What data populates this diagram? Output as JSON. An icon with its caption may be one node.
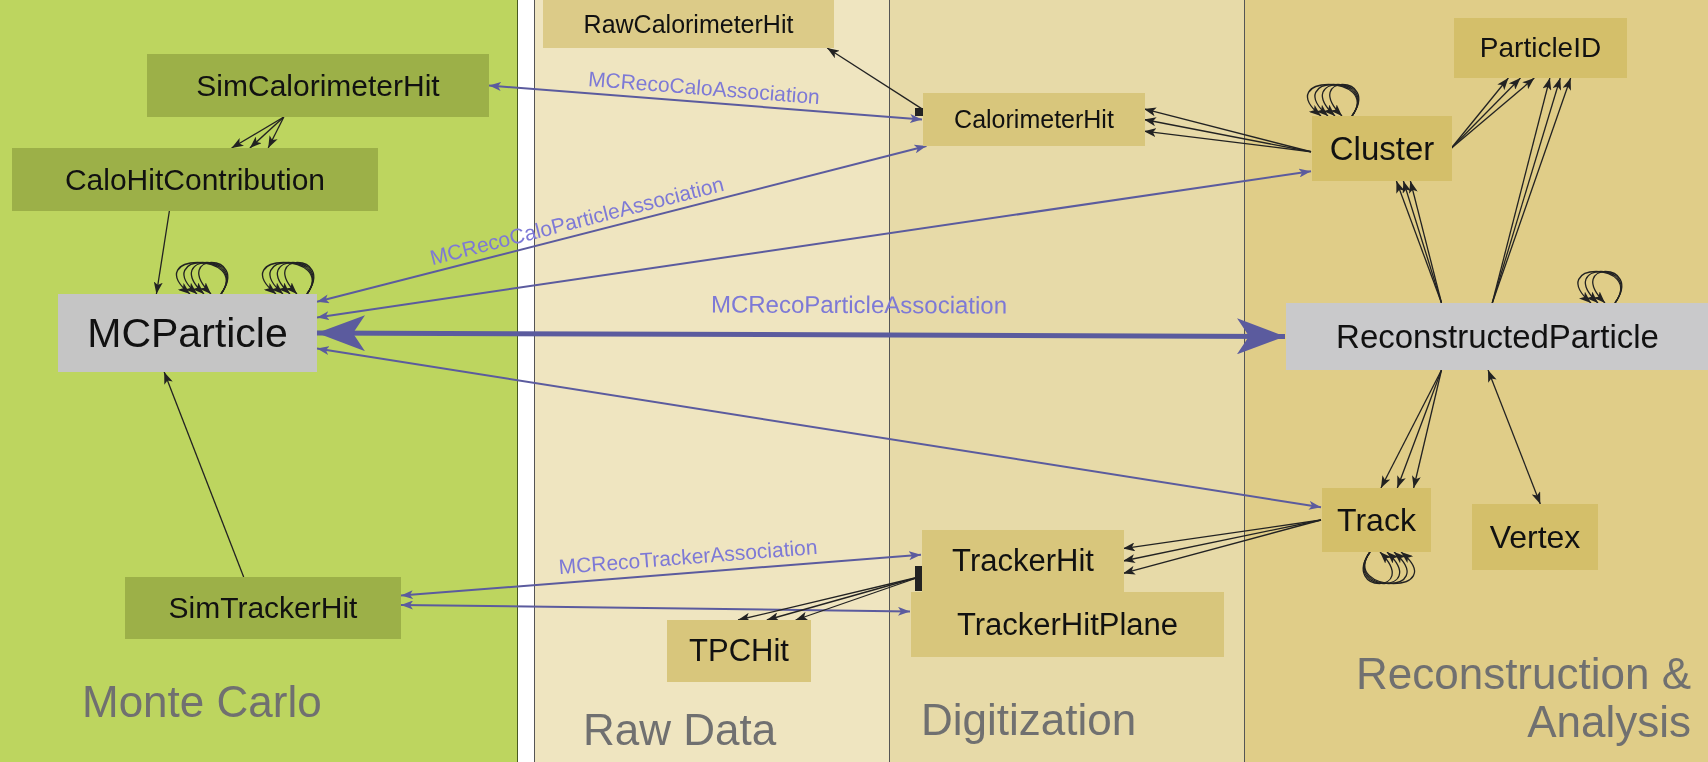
{
  "diagram": {
    "nodes": [
      {
        "text": [
          "Monte Carlo"
        ]
      },
      {
        "text": [
          "Raw Data"
        ]
      },
      {
        "text": [
          "Digitization"
        ]
      },
      {
        "text": [
          "Reconstruction & Analysis"
        ]
      },
      {
        "text": [
          "SimCalorimeterHit"
        ],
        "in": 0
      },
      {
        "text": [
          "CaloHitContribution"
        ],
        "in": 0
      },
      {
        "text": [
          "MCParticle"
        ],
        "in": 0
      },
      {
        "text": [
          "SimTrackerHit"
        ],
        "in": 0
      },
      {
        "text": [
          "RawCalorimeterHit"
        ],
        "in": 1
      },
      {
        "text": [
          "CalorimeterHit"
        ],
        "in": 2
      },
      {
        "text": [
          "TrackerHit"
        ],
        "in": 2
      },
      {
        "text": [
          "TrackerHitPlane"
        ],
        "in": 2
      },
      {
        "text": [
          "TPCHit"
        ],
        "in": 1
      },
      {
        "text": [
          "ParticleID"
        ],
        "in": 3
      },
      {
        "text": [
          "Cluster"
        ],
        "in": 3
      },
      {
        "text": [
          "ReconstructedParticle"
        ],
        "in": 3
      },
      {
        "text": [
          "Track"
        ],
        "in": 3
      },
      {
        "text": [
          "Vertex"
        ],
        "in": 3
      }
    ],
    "edges": [
      {
        "from": 4,
        "to": 5,
        "arrow": "to"
      },
      {
        "from": 4,
        "to": 5,
        "arrow": "to"
      },
      {
        "from": 4,
        "to": 5,
        "arrow": "to"
      },
      {
        "from": 5,
        "to": 6,
        "arrow": "to"
      },
      {
        "from": 6,
        "to": 6,
        "arrow": "to"
      },
      {
        "from": 6,
        "to": 6,
        "arrow": "to"
      },
      {
        "from": 6,
        "to": 6,
        "arrow": "to"
      },
      {
        "from": 6,
        "to": 6,
        "arrow": "to"
      },
      {
        "from": 6,
        "to": 6,
        "arrow": "to"
      },
      {
        "from": 6,
        "to": 6,
        "arrow": "to"
      },
      {
        "from": 6,
        "to": 6,
        "arrow": "to"
      },
      {
        "from": 6,
        "to": 6,
        "arrow": "to"
      },
      {
        "from": 7,
        "to": 6,
        "arrow": "to"
      },
      {
        "from": 4,
        "to": 9,
        "arrow": "both",
        "label": "MCRecoCaloAssociation",
        "color": "#5b5b9e"
      },
      {
        "from": 6,
        "to": 9,
        "arrow": "both",
        "label": "MCRecoCaloParticleAssociation",
        "color": "#5b5b9e"
      },
      {
        "from": 6,
        "to": 14,
        "arrow": "both",
        "color": "#5b5b9e"
      },
      {
        "from": 6,
        "to": 15,
        "arrow": "both",
        "label": "MCRecoParticleAssociation",
        "style": "thick",
        "color": "#5b5b9e"
      },
      {
        "from": 6,
        "to": 16,
        "arrow": "both",
        "color": "#5b5b9e"
      },
      {
        "from": 7,
        "to": 10,
        "arrow": "both",
        "label": "MCRecoTrackerAssociation",
        "color": "#5b5b9e"
      },
      {
        "from": 7,
        "to": 11,
        "arrow": "both",
        "color": "#5b5b9e"
      },
      {
        "from": 9,
        "to": 8,
        "arrow": "to"
      },
      {
        "from": 14,
        "to": 9,
        "arrow": "to"
      },
      {
        "from": 14,
        "to": 9,
        "arrow": "to"
      },
      {
        "from": 14,
        "to": 9,
        "arrow": "to"
      },
      {
        "from": 14,
        "to": 13,
        "arrow": "to"
      },
      {
        "from": 14,
        "to": 13,
        "arrow": "to"
      },
      {
        "from": 14,
        "to": 13,
        "arrow": "to"
      },
      {
        "from": 14,
        "to": 14,
        "arrow": "to"
      },
      {
        "from": 14,
        "to": 14,
        "arrow": "to"
      },
      {
        "from": 14,
        "to": 14,
        "arrow": "to"
      },
      {
        "from": 14,
        "to": 14,
        "arrow": "to"
      },
      {
        "from": 15,
        "to": 13,
        "arrow": "to"
      },
      {
        "from": 15,
        "to": 13,
        "arrow": "to"
      },
      {
        "from": 15,
        "to": 13,
        "arrow": "to"
      },
      {
        "from": 15,
        "to": 14,
        "arrow": "to"
      },
      {
        "from": 15,
        "to": 14,
        "arrow": "to"
      },
      {
        "from": 15,
        "to": 14,
        "arrow": "to"
      },
      {
        "from": 15,
        "to": 15,
        "arrow": "to"
      },
      {
        "from": 15,
        "to": 15,
        "arrow": "to"
      },
      {
        "from": 15,
        "to": 15,
        "arrow": "to"
      },
      {
        "from": 15,
        "to": 16,
        "arrow": "to"
      },
      {
        "from": 15,
        "to": 16,
        "arrow": "to"
      },
      {
        "from": 15,
        "to": 16,
        "arrow": "to"
      },
      {
        "from": 15,
        "to": 17,
        "arrow": "both"
      },
      {
        "from": 16,
        "to": 16,
        "arrow": "to"
      },
      {
        "from": 16,
        "to": 16,
        "arrow": "to"
      },
      {
        "from": 16,
        "to": 16,
        "arrow": "to"
      },
      {
        "from": 16,
        "to": 16,
        "arrow": "to"
      },
      {
        "from": 16,
        "to": 10,
        "arrow": "to"
      },
      {
        "from": 16,
        "to": 10,
        "arrow": "to"
      },
      {
        "from": 16,
        "to": 10,
        "arrow": "to"
      },
      {
        "from": 10,
        "to": 12,
        "arrow": "to"
      },
      {
        "from": 10,
        "to": 12,
        "arrow": "to"
      },
      {
        "from": 10,
        "to": 12,
        "arrow": "to"
      }
    ]
  }
}
